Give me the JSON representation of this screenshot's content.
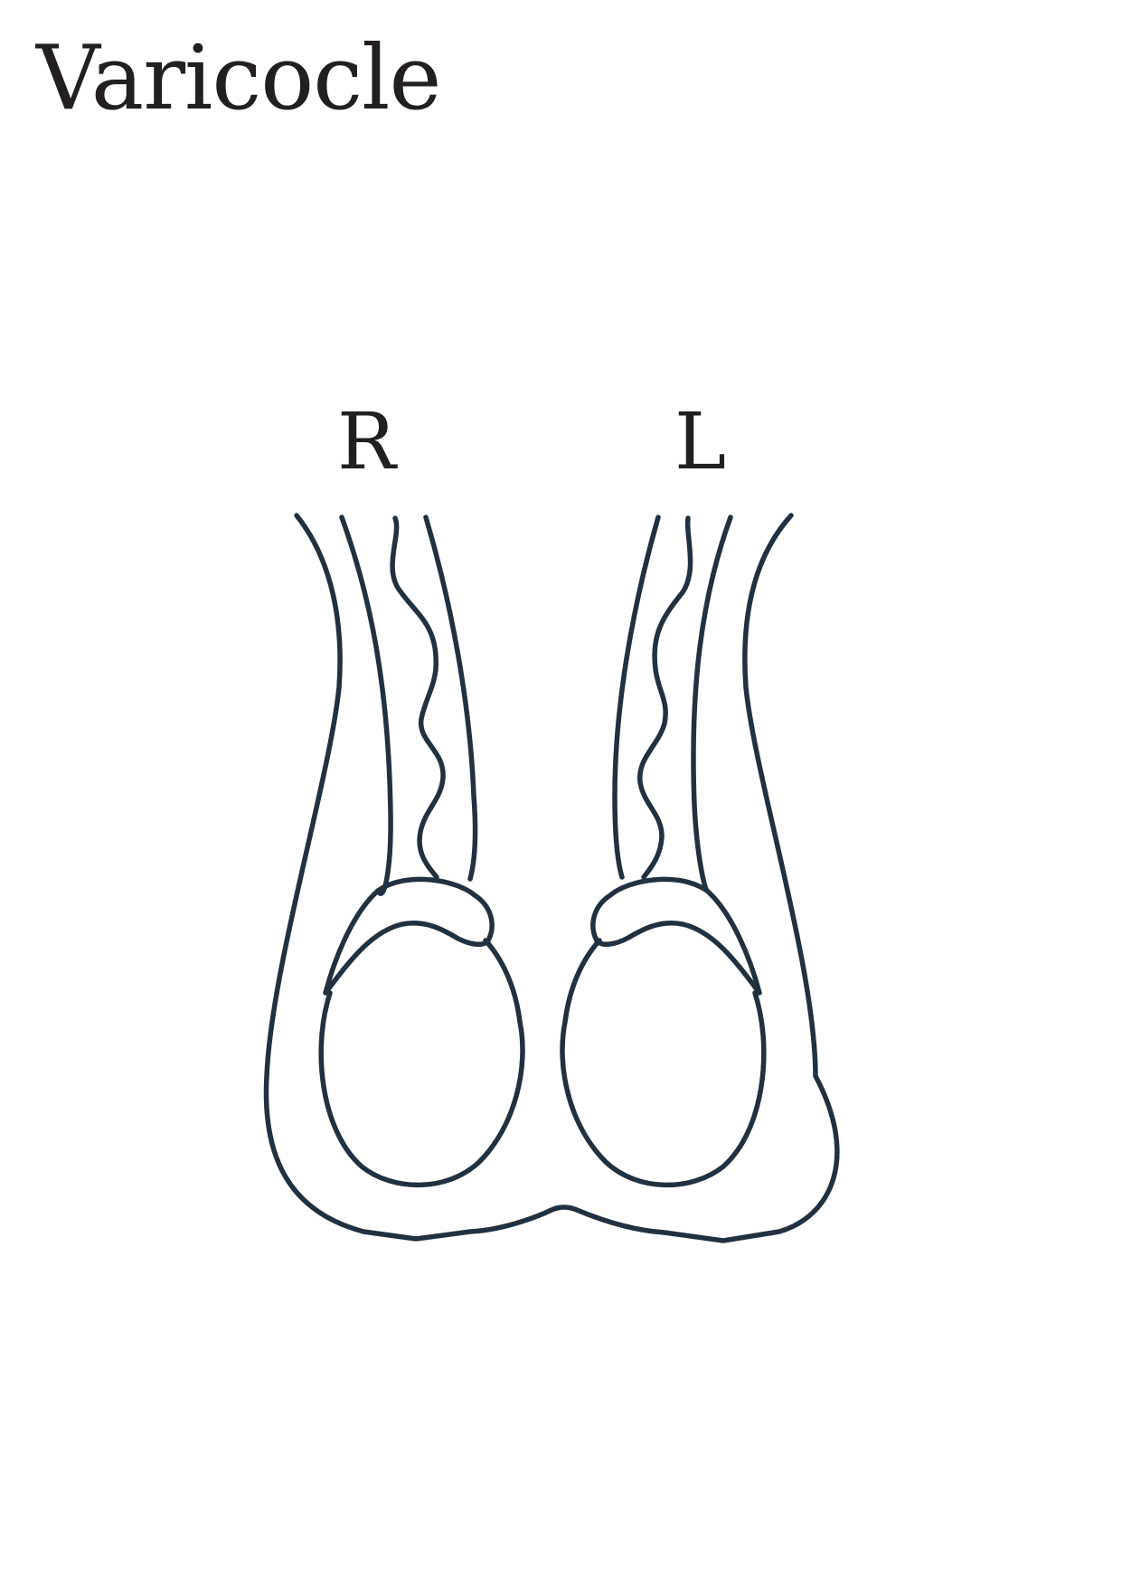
{
  "title": "Varicocle",
  "labels": {
    "right": "R",
    "left": "L"
  },
  "colors": {
    "outline": "#213140",
    "text": "#231f20",
    "background": "#ffffff"
  }
}
